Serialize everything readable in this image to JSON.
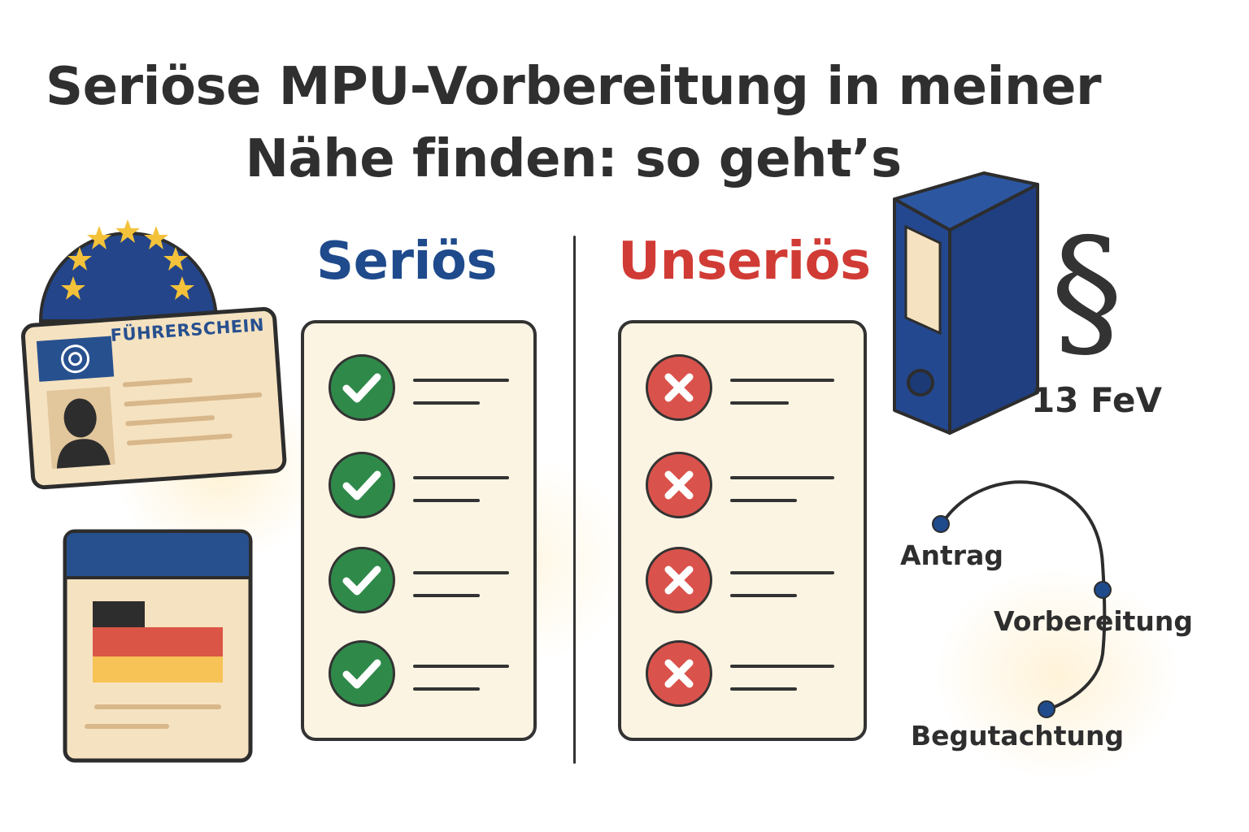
{
  "title": {
    "line1": "Seriöse MPU-Vorbereitung in meiner",
    "line2": "Nähe finden: so geht’s"
  },
  "license_card": {
    "label": "FÜHRERSCHEIN",
    "header_color": "#27508f",
    "eu_blue": "#24458a",
    "star_color": "#f3c23a",
    "icons": [
      "eu-flag-icon",
      "person-silhouette-icon"
    ]
  },
  "document_card": {
    "flag_colors": [
      "#2d2d2d",
      "#db5546",
      "#f7c356"
    ],
    "icons": [
      "german-flag-icon"
    ]
  },
  "columns": {
    "left": {
      "title": "Seriös",
      "color": "#1f4a8c",
      "mark": "checkmark-icon",
      "mark_color": "#2f8a4a",
      "item_count": 4
    },
    "right": {
      "title": "Unseriös",
      "color": "#d13b35",
      "mark": "cross-icon",
      "mark_color": "#d9534c",
      "item_count": 4
    }
  },
  "law": {
    "symbol": "§",
    "reference": "13 FeV",
    "binder_color": "#22468b",
    "icons": [
      "binder-icon",
      "paragraph-icon"
    ]
  },
  "process": {
    "steps": [
      {
        "label": "Antrag"
      },
      {
        "label": "Vorbereitung"
      },
      {
        "label": "Begutachtung"
      }
    ],
    "dot_color": "#1f4a8c"
  }
}
